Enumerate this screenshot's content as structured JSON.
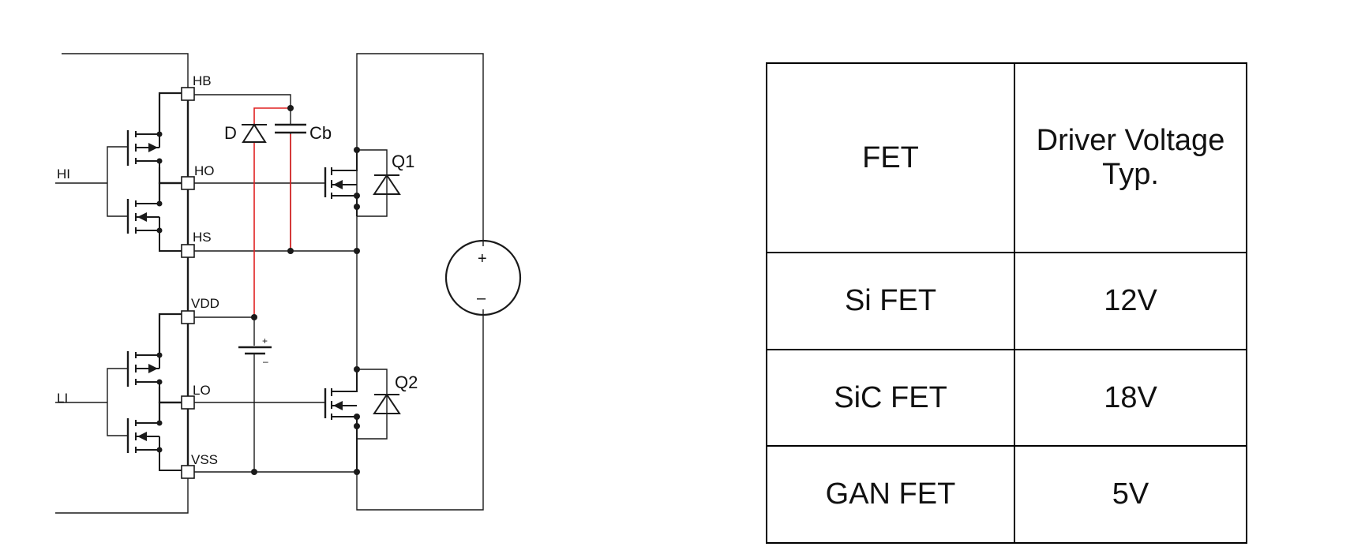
{
  "schematic": {
    "pins": {
      "hb": "HB",
      "ho": "HO",
      "hs": "HS",
      "vdd": "VDD",
      "lo": "LO",
      "vss": "VSS"
    },
    "inputs": {
      "hi": "HI",
      "li": "LI"
    },
    "components": {
      "diode": "D",
      "capacitor": "Cb",
      "q1": "Q1",
      "q2": "Q2",
      "source_plus": "+",
      "source_minus": "–",
      "battery_plus": "+",
      "battery_minus": "–"
    },
    "colors": {
      "wire": "#1a1a1a",
      "bootstrap_path": "#e02020"
    }
  },
  "table": {
    "header": {
      "fet": "FET",
      "voltage": "Driver Voltage Typ."
    },
    "rows": [
      {
        "fet": "Si FET",
        "voltage": "12V"
      },
      {
        "fet": "SiC FET",
        "voltage": "18V"
      },
      {
        "fet": "GAN FET",
        "voltage": "5V"
      }
    ]
  }
}
